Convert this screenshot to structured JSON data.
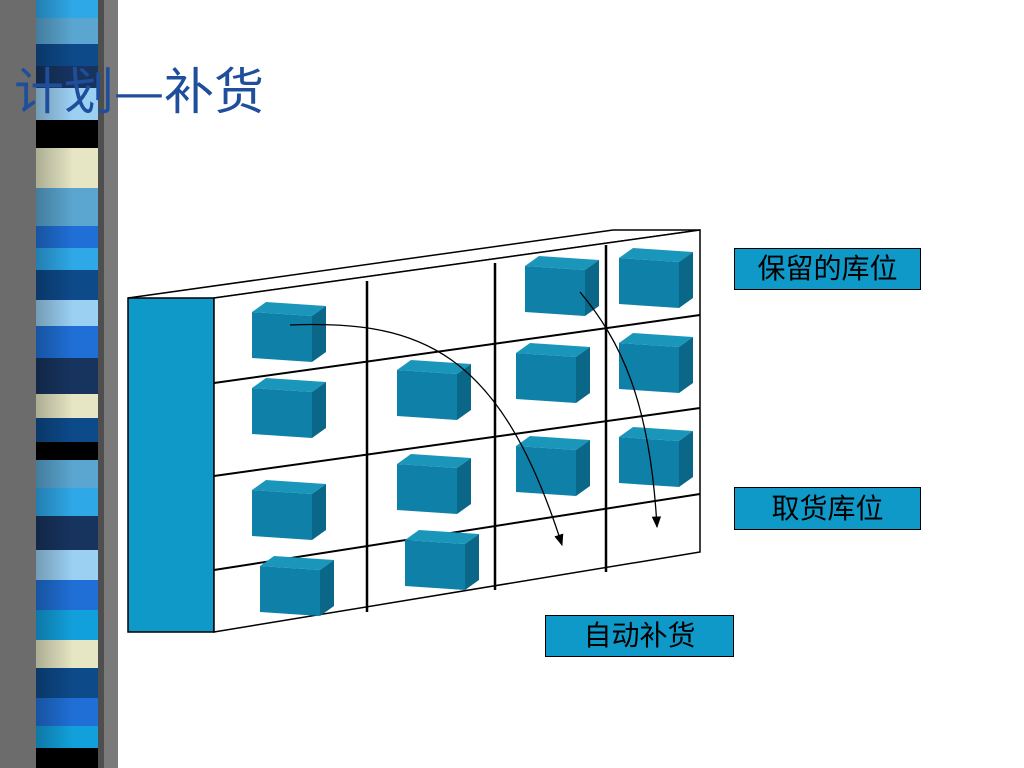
{
  "slide": {
    "title": "计划—补货"
  },
  "labels": {
    "reserved_location": "保留的库位",
    "picking_location": "取货库位",
    "auto_replenishment": "自动补货"
  },
  "colors": {
    "title": "#1f4e9c",
    "label_fill": "#0f99c9",
    "rack_side": "#0f99c9",
    "box_front": "#0f81a8",
    "box_top": "#1b96bb",
    "box_side": "#0a6788"
  }
}
